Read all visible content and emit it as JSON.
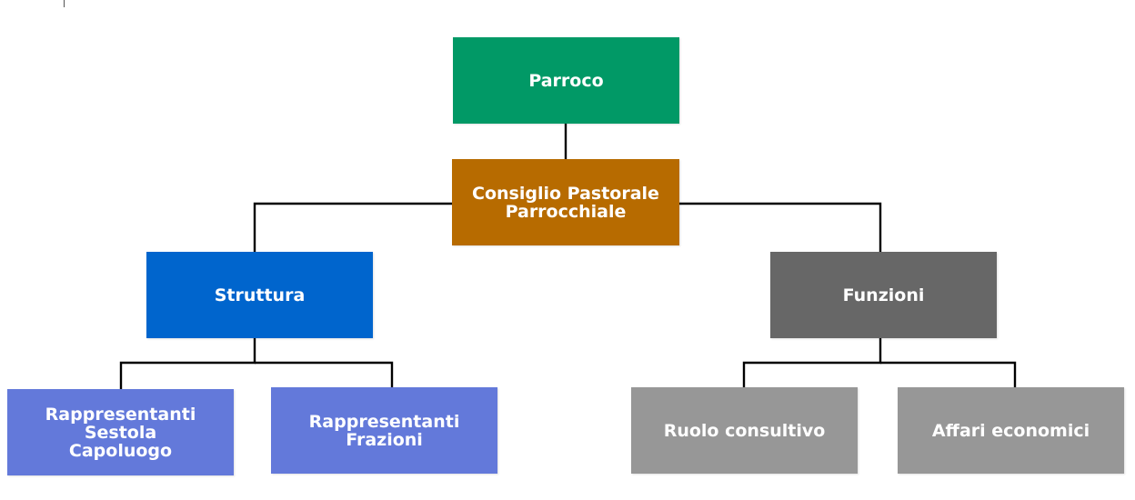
{
  "diagram": {
    "nodes": [
      {
        "id": "parroco",
        "label": "Parroco",
        "color": "#019966"
      },
      {
        "id": "consiglio",
        "label": "Consiglio Pastorale\nParrocchiale",
        "color": "#B76B00"
      },
      {
        "id": "struttura",
        "label": "Struttura",
        "color": "#0065CD"
      },
      {
        "id": "funzioni",
        "label": "Funzioni",
        "color": "#676767"
      },
      {
        "id": "sestola",
        "label": "Rappresentanti Sestola\nCapoluogo",
        "color": "#6379DA"
      },
      {
        "id": "frazioni",
        "label": "Rappresentanti\nFrazioni",
        "color": "#6379DA"
      },
      {
        "id": "ruolo",
        "label": "Ruolo consultivo",
        "color": "#979797"
      },
      {
        "id": "affari",
        "label": "Affari economici",
        "color": "#979797"
      }
    ],
    "edges": [
      {
        "from": "parroco",
        "to": "consiglio"
      },
      {
        "from": "consiglio",
        "to": "struttura"
      },
      {
        "from": "consiglio",
        "to": "funzioni"
      },
      {
        "from": "struttura",
        "to": "sestola"
      },
      {
        "from": "struttura",
        "to": "frazioni"
      },
      {
        "from": "funzioni",
        "to": "ruolo"
      },
      {
        "from": "funzioni",
        "to": "affari"
      }
    ],
    "line_color": "#000000"
  }
}
